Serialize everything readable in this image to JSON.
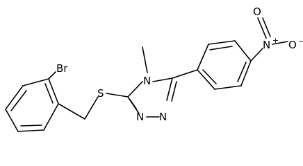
{
  "molecule": {
    "atom_labels": {
      "br": "Br",
      "s": "S",
      "n_methyl": "N",
      "n3": "N",
      "n4": "N",
      "n_nitro": "N",
      "o_top": "O",
      "o_right": "O"
    },
    "charges": {
      "n_plus": "+",
      "o_minus": "−"
    },
    "colors": {
      "bond": "#000000",
      "label": "#000000",
      "background": "#ffffff"
    }
  }
}
